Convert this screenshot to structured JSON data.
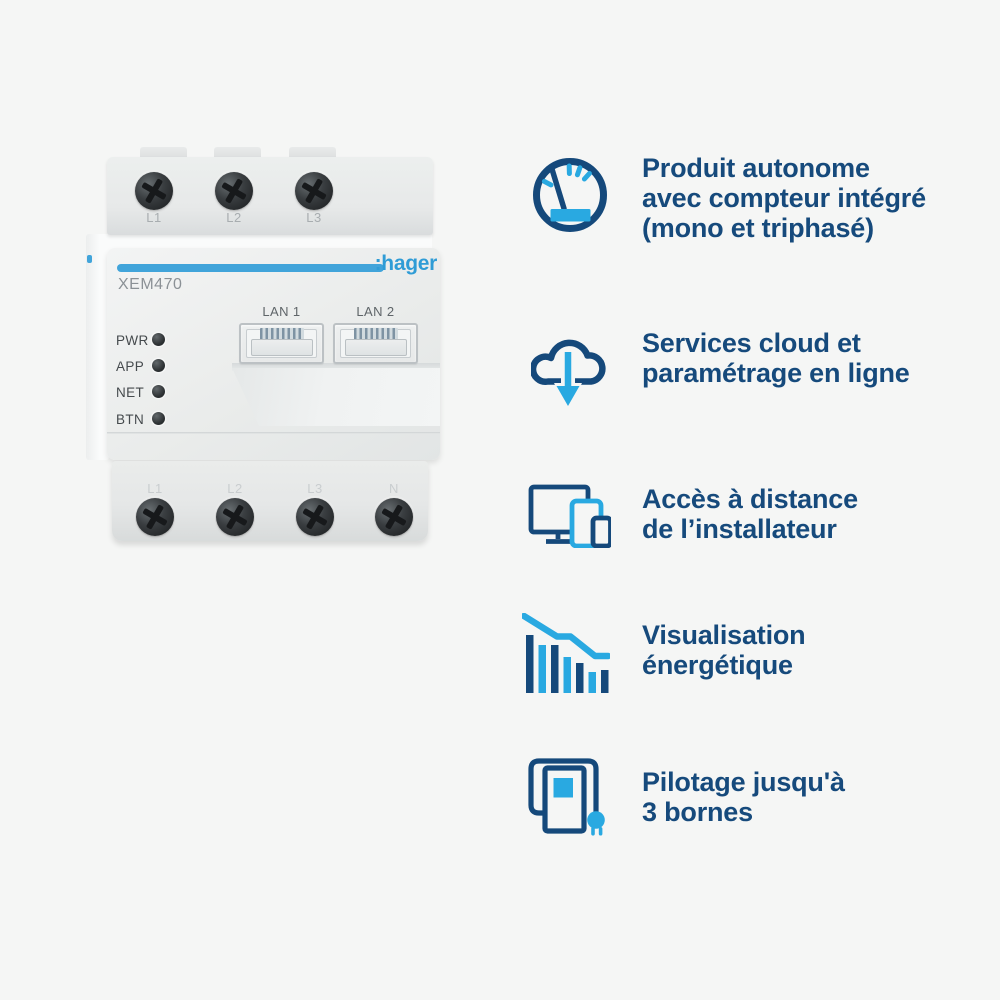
{
  "background": "#f5f6f5",
  "brand": {
    "logo_text": ":hager",
    "logo_color": "#2f9cd6"
  },
  "device": {
    "model": "XEM470",
    "stripe_color": "#41a4da",
    "top_terminal_labels": [
      "L1",
      "L2",
      "L3"
    ],
    "bottom_terminal_labels": [
      "L1",
      "L2",
      "L3",
      "N"
    ],
    "led_labels": [
      "PWR",
      "APP",
      "NET",
      "BTN"
    ],
    "lan_port_labels": [
      "LAN 1",
      "LAN 2"
    ]
  },
  "features": [
    {
      "icon": "gauge-meter-icon",
      "lines": [
        "Produit autonome",
        "avec compteur intégré",
        "(mono et triphasé)"
      ]
    },
    {
      "icon": "cloud-download-icon",
      "lines": [
        "Services cloud et",
        "paramétrage en ligne"
      ]
    },
    {
      "icon": "remote-devices-icon",
      "lines": [
        "Accès à distance",
        "de l’installateur"
      ]
    },
    {
      "icon": "energy-bar-chart-icon",
      "lines": [
        "Visualisation",
        "énergétique"
      ]
    },
    {
      "icon": "ev-charging-station-icon",
      "lines": [
        "Pilotage jusqu'à",
        "3 bornes"
      ]
    }
  ],
  "colors": {
    "feature_text": "#164a7c",
    "icon_navy": "#15497b",
    "icon_cyan": "#29a9e1"
  }
}
